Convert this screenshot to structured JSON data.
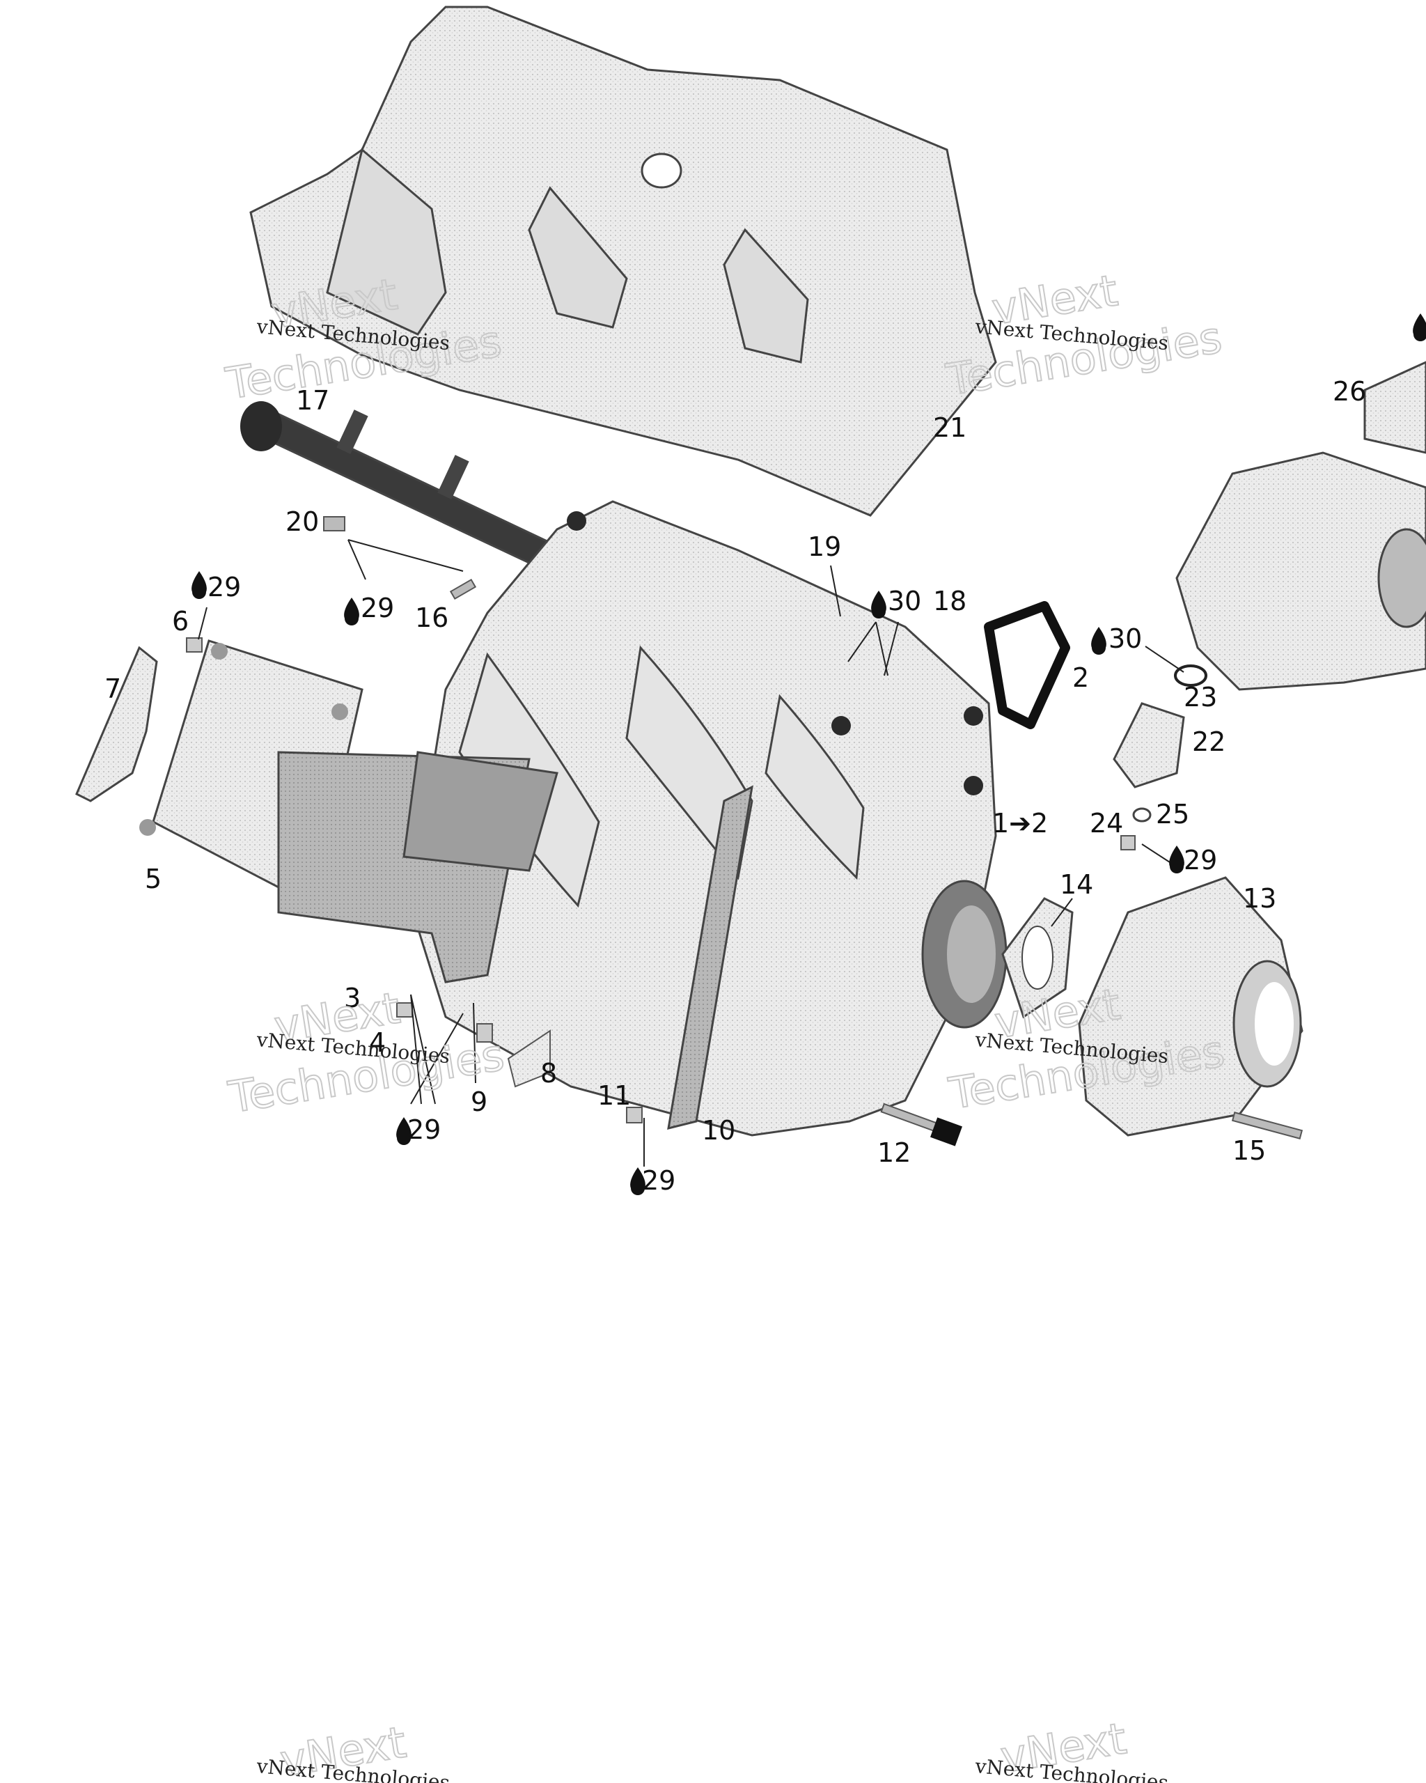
{
  "callouts": [
    "17",
    "21",
    "20",
    "29",
    "16",
    "19",
    "30",
    "18",
    "2",
    "30",
    "23",
    "22",
    "6",
    "29",
    "7",
    "5",
    "1➔2",
    "24",
    "25",
    "29",
    "14",
    "13",
    "3",
    "4",
    "9",
    "8",
    "29",
    "11",
    "10",
    "29",
    "12",
    "15",
    "26"
  ],
  "watermark": {
    "company": "vNext Technologies",
    "word1": "vNext",
    "word2": "Technologies"
  },
  "icons": {
    "drop": "oil-drop-icon"
  }
}
